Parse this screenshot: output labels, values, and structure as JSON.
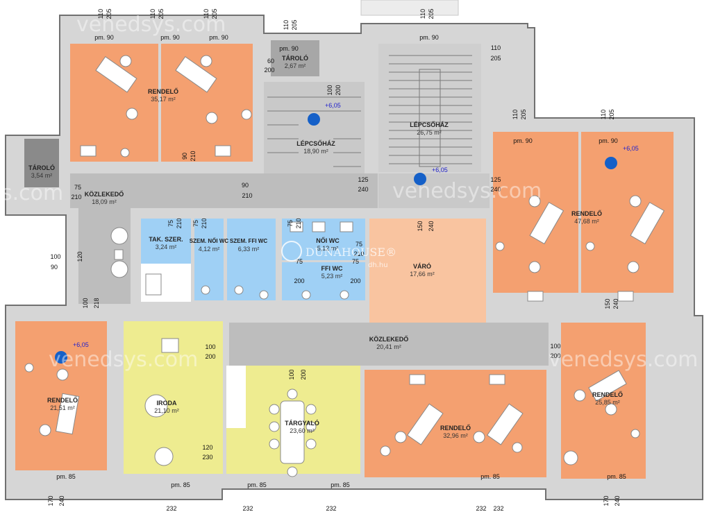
{
  "rooms": [
    {
      "id": "rendelo-nw",
      "name": "RENDELŐ",
      "area": "35,17 m²"
    },
    {
      "id": "tarolo-top",
      "name": "TÁROLÓ",
      "area": "2,67 m²"
    },
    {
      "id": "lepcsohaz-1",
      "name": "LÉPCSŐHÁZ",
      "area": "18,90 m²"
    },
    {
      "id": "lepcsohaz-2",
      "name": "LÉPCSŐHÁZ",
      "area": "26,75 m²"
    },
    {
      "id": "tarolo-left",
      "name": "TÁROLÓ",
      "area": "3,54 m²"
    },
    {
      "id": "kozlekedo-1",
      "name": "KÖZLEKEDŐ",
      "area": "18,09 m²"
    },
    {
      "id": "tak-szer",
      "name": "TAK. SZER.",
      "area": "3,24 m²"
    },
    {
      "id": "szem-noi",
      "name": "SZEM. NŐI WC",
      "area": "4,12 m²"
    },
    {
      "id": "szem-ffi",
      "name": "SZEM. FFI WC",
      "area": "6,33 m²"
    },
    {
      "id": "noi-wc",
      "name": "NŐI WC",
      "area": "5,12 m²"
    },
    {
      "id": "ffi-wc",
      "name": "FFI WC",
      "area": "5,23 m²"
    },
    {
      "id": "varo",
      "name": "VÁRÓ",
      "area": "17,66 m²"
    },
    {
      "id": "rendelo-ne",
      "name": "RENDELŐ",
      "area": "47,68 m²"
    },
    {
      "id": "kozlekedo-2",
      "name": "KÖZLEKEDŐ",
      "area": "20,41 m²"
    },
    {
      "id": "rendelo-w",
      "name": "RENDELŐ",
      "area": "21,51 m²"
    },
    {
      "id": "iroda",
      "name": "IRODA",
      "area": "21,10 m²"
    },
    {
      "id": "targyalo",
      "name": "TÁRGYALÓ",
      "area": "23,60 m²"
    },
    {
      "id": "rendelo-s",
      "name": "RENDELŐ",
      "area": "32,96 m²"
    },
    {
      "id": "rendelo-e",
      "name": "RENDELŐ",
      "area": "25,85 m²"
    }
  ],
  "parapets": [
    "pm. 90",
    "pm. 90",
    "pm. 90",
    "pm. 90",
    "pm. 90",
    "pm. 90",
    "pm. 90",
    "pm. 85",
    "pm. 85",
    "pm. 85",
    "pm. 85",
    "pm. 85",
    "pm. 85"
  ],
  "dimensions": [
    "110",
    "205",
    "110",
    "205",
    "110",
    "205",
    "110",
    "205",
    "110",
    "205",
    "110",
    "205",
    "110",
    "205",
    "110",
    "205",
    "60",
    "200",
    "100",
    "200",
    "90",
    "210",
    "90",
    "210",
    "75",
    "210",
    "75",
    "210",
    "75",
    "210",
    "75",
    "210",
    "75",
    "210",
    "150",
    "240",
    "125",
    "240",
    "125",
    "240",
    "100",
    "120",
    "90",
    "100",
    "218",
    "100",
    "200",
    "100",
    "200",
    "100",
    "200",
    "120",
    "230",
    "75",
    "200",
    "75",
    "200",
    "150",
    "240",
    "170",
    "240",
    "170",
    "240",
    "232",
    "232",
    "232",
    "232",
    "232"
  ],
  "levels": [
    "+6,05",
    "+6,05",
    "+6,05",
    "+6,05"
  ],
  "watermarks": [
    "venedsys.com",
    "venedsys.com",
    "venedsys.com",
    "venedsys.com",
    "s.com"
  ],
  "logo": {
    "brand": "DUNAHOUSE®",
    "url": "dh.hu"
  },
  "colors": {
    "office": "#f4a070",
    "waiting": "#f9c4a0",
    "wc": "#9fd0f5",
    "circulation": "#bdbdbd",
    "stairs": "#cfcfcf",
    "meeting": "#eeec90",
    "wall": "#d8d8d8",
    "wallEdge": "#6f6f6f",
    "levelMarker": "#1560c8"
  }
}
